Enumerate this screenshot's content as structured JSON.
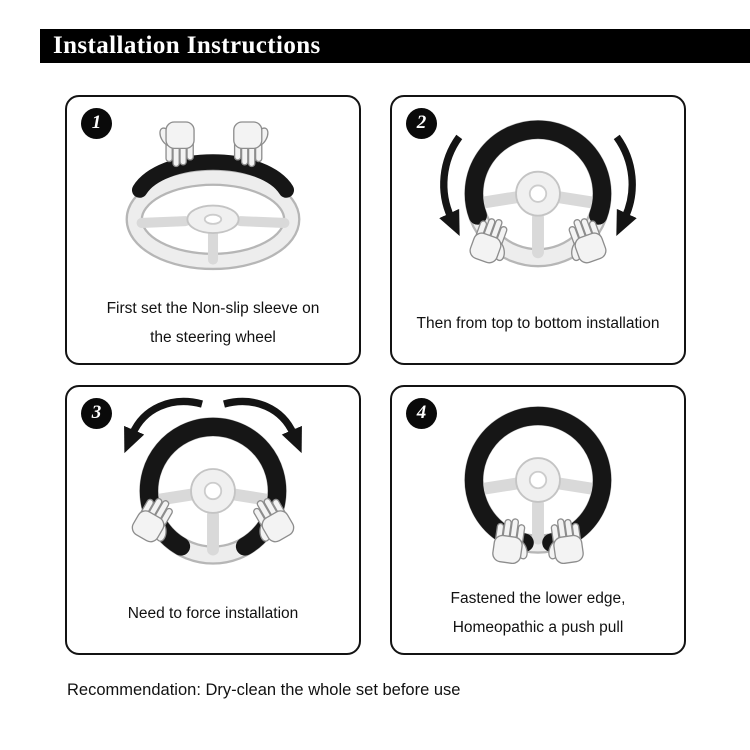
{
  "header": {
    "title": "Installation Instructions"
  },
  "steps": [
    {
      "number": "1",
      "caption_line1": "First set the Non-slip sleeve on",
      "caption_line2": "the steering wheel",
      "illustration": "hands-holding-sleeve-above-steering-wheel"
    },
    {
      "number": "2",
      "caption_line1": "Then from top to bottom installation",
      "caption_line2": "",
      "illustration": "sleeve-pulled-down-both-sides-arrows"
    },
    {
      "number": "3",
      "caption_line1": "Need to force installation",
      "caption_line2": "",
      "illustration": "stretching-sleeve-outward-arrows"
    },
    {
      "number": "4",
      "caption_line1": "Fastened the lower edge,",
      "caption_line2": "Homeopathic a push pull",
      "illustration": "hands-fastening-lower-edge"
    }
  ],
  "footer": {
    "recommendation": "Recommendation: Dry-clean the whole set before use"
  },
  "colors": {
    "banner_bg": "#000000",
    "banner_text": "#ffffff",
    "panel_border": "#131313",
    "badge_bg": "#0a0a0a",
    "badge_text": "#ffffff",
    "text": "#111111",
    "sleeve": "#161616",
    "arrow": "#141414"
  }
}
